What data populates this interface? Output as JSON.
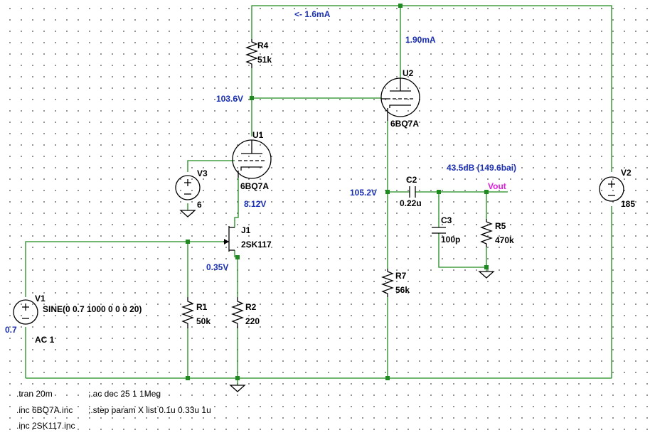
{
  "components": {
    "R4": {
      "ref": "R4",
      "value": "51k"
    },
    "R1": {
      "ref": "R1",
      "value": "50k"
    },
    "R2": {
      "ref": "R2",
      "value": "220"
    },
    "R5": {
      "ref": "R5",
      "value": "470k"
    },
    "R7": {
      "ref": "R7",
      "value": "56k"
    },
    "C2": {
      "ref": "C2",
      "value": "0.22u"
    },
    "C3": {
      "ref": "C3",
      "value": "100p"
    },
    "U1": {
      "ref": "U1",
      "value": "6BQ7A"
    },
    "U2": {
      "ref": "U2",
      "value": "6BQ7A"
    },
    "J1": {
      "ref": "J1",
      "value": "2SK117"
    },
    "V1": {
      "ref": "V1",
      "value": "SINE(0 0.7 1000 0 0 0 20)",
      "ac": "AC 1"
    },
    "V2": {
      "ref": "V2",
      "value": "185"
    },
    "V3": {
      "ref": "V3",
      "value": "6"
    }
  },
  "probes": {
    "top_current": "<- 1.6mA",
    "u2_current": "1.90mA",
    "u1_plate_voltage": "103.6V",
    "u2_cathode_voltage": "105.2V",
    "gain": "43.5dB (149.6bai)",
    "u1_cathode_voltage": "8.12V",
    "j1_source_voltage": "0.35V",
    "v1_dc": "0.7"
  },
  "net_labels": {
    "output": "Vout"
  },
  "directives": [
    ".tran 20m",
    ";.ac dec 25 1 1Meg",
    ".inc 6BQ7A.inc",
    ";.step param X list 0.1u 0.33u 1u",
    ".inc 2SK117.inc"
  ],
  "colors": {
    "wire": "#1f8a1f",
    "probe": "#1a2fb3",
    "net_label": "#e020e0",
    "component": "#000000"
  }
}
